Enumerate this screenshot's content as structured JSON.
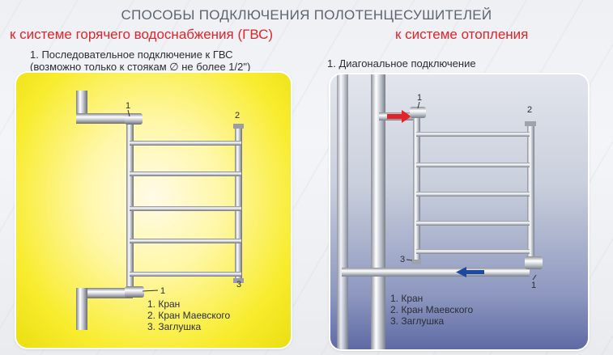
{
  "title": "СПОСОБЫ ПОДКЛЮЧЕНИЯ ПОЛОТЕНЦЕСУШИТЕЛЕЙ",
  "subtitle_left": "к системе горячего водоснабжения (ГВС)",
  "subtitle_right": "к системе отопления",
  "left": {
    "heading_line1": "1. Последовательное подключение к ГВС",
    "heading_line2": "(возможно только к стоякам ∅ не более 1/2\")",
    "markers": {
      "m1_top": "1",
      "m2": "2",
      "m1_bottom": "1",
      "m3": "3"
    },
    "legend": [
      "1. Кран",
      "2. Кран Маевского",
      "3. Заглушка"
    ]
  },
  "right": {
    "heading": "1. Диагональное подключение",
    "markers": {
      "m1": "1",
      "m2": "2",
      "m3": "3",
      "m1_bottom": "1"
    },
    "legend": [
      "1. Кран",
      "2. Кран Маевского",
      "3. Заглушка"
    ]
  },
  "colors": {
    "accent_red": "#e2232a",
    "arrow_blue": "#1d4aa0",
    "yellow_panel": "#f8ec2e",
    "blue_panel": "#6b76ac"
  }
}
